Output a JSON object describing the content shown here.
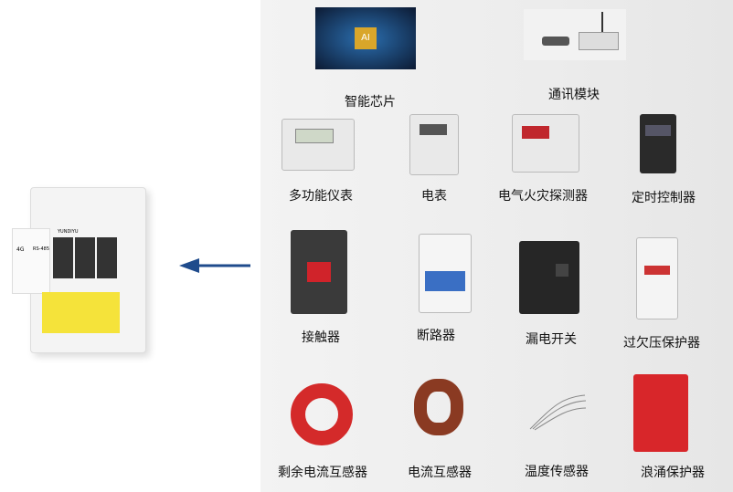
{
  "main_device": {
    "brand_text": "YUNDIYU",
    "module_labels": [
      "4G",
      "RS-485"
    ]
  },
  "arrow": {
    "color": "#1f4b8c",
    "direction": "left"
  },
  "components": [
    {
      "label": "智能芯片",
      "icon": "ai-chip"
    },
    {
      "label": "通讯模块",
      "icon": "comm-module"
    },
    {
      "label": "多功能仪表",
      "icon": "multifunction-meter"
    },
    {
      "label": "电表",
      "icon": "electric-meter"
    },
    {
      "label": "电气火灾探测器",
      "icon": "fire-detector"
    },
    {
      "label": "定时控制器",
      "icon": "timer-controller"
    },
    {
      "label": "接触器",
      "icon": "contactor"
    },
    {
      "label": "断路器",
      "icon": "circuit-breaker"
    },
    {
      "label": "漏电开关",
      "icon": "leakage-switch"
    },
    {
      "label": "过欠压保护器",
      "icon": "voltage-protector"
    },
    {
      "label": "剩余电流互感器",
      "icon": "residual-current-transformer"
    },
    {
      "label": "电流互感器",
      "icon": "current-transformer"
    },
    {
      "label": "温度传感器",
      "icon": "temperature-sensor"
    },
    {
      "label": "浪涌保护器",
      "icon": "surge-protector"
    }
  ],
  "chip_text": "AI"
}
